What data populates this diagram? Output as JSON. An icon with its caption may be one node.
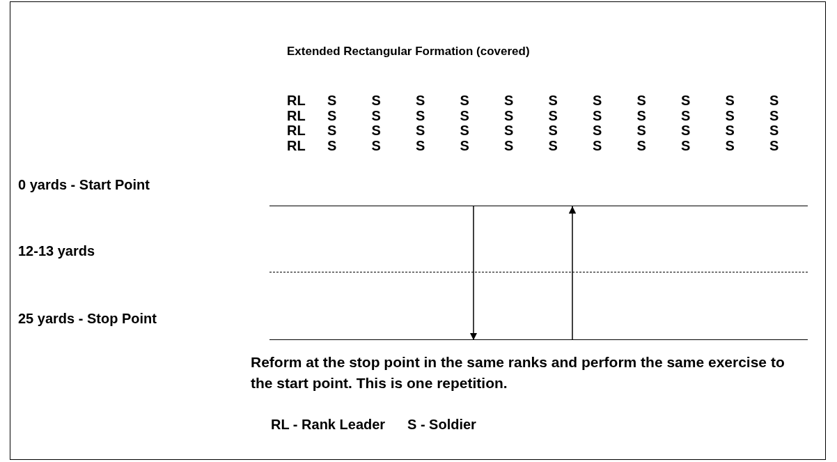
{
  "diagram": {
    "title": "Extended Rectangular Formation (covered)",
    "nodes": [
      {
        "text": [],
        "shape": "bar",
        "beside": [
          "0 yards - Start Point"
        ]
      },
      {
        "text": [],
        "shape": "bar",
        "beside": [
          "12-13 yards"
        ]
      },
      {
        "text": [],
        "shape": "bar",
        "beside": [
          "25 yards - Stop Point"
        ]
      }
    ],
    "edges": [
      {
        "from": 0,
        "to": 2,
        "arrow": "to"
      },
      {
        "from": 2,
        "to": 0,
        "arrow": "to"
      }
    ],
    "labels": [
      "RL",
      "S",
      "S",
      "S",
      "S",
      "S",
      "S",
      "S",
      "S",
      "S",
      "S",
      "S",
      "RL",
      "S",
      "S",
      "S",
      "S",
      "S",
      "S",
      "S",
      "S",
      "S",
      "S",
      "S",
      "RL",
      "S",
      "S",
      "S",
      "S",
      "S",
      "S",
      "S",
      "S",
      "S",
      "S",
      "S",
      "RL",
      "S",
      "S",
      "S",
      "S",
      "S",
      "S",
      "S",
      "S",
      "S",
      "S",
      "S",
      "Reform at the stop point in the same ranks and perform the same exercise to the start point. This is one repetition.",
      "RL - Rank Leader",
      "S - Soldier"
    ]
  }
}
